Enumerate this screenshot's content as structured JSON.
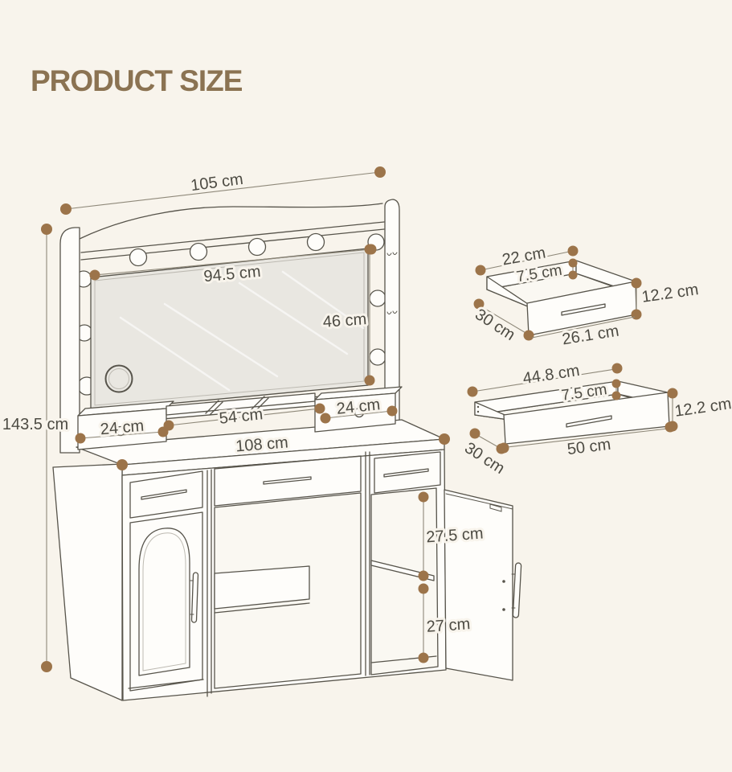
{
  "title": "PRODUCT SIZE",
  "colors": {
    "background": "#f8f4ec",
    "title_color": "#8b7352",
    "line": "#57544b",
    "dim_line": "#8f897a",
    "dim_dot": "#9c744a",
    "label": "#4d4b43",
    "mirror_fill": "#e9e7e1",
    "furniture_fill": "#fefdfa"
  },
  "vanity": {
    "dimensions": {
      "top_width": "105 cm",
      "mirror_width": "94.5 cm",
      "mirror_height": "46 cm",
      "total_height": "143.5 cm",
      "left_top_drawer_width": "24 cm",
      "tray_width": "54 cm",
      "right_top_drawer_width": "24 cm",
      "desktop_width": "108 cm",
      "cabinet_upper_space": "27.5 cm",
      "cabinet_lower_space": "27 cm"
    }
  },
  "small_drawer": {
    "back_width": "22 cm",
    "inner_depth": "7.5 cm",
    "front_height": "12.2 cm",
    "side_depth": "30 cm",
    "front_width": "26.1 cm"
  },
  "large_drawer": {
    "back_width": "44.8 cm",
    "inner_depth": "7.5 cm",
    "front_height": "12.2 cm",
    "side_depth": "30 cm",
    "front_width": "50 cm"
  }
}
